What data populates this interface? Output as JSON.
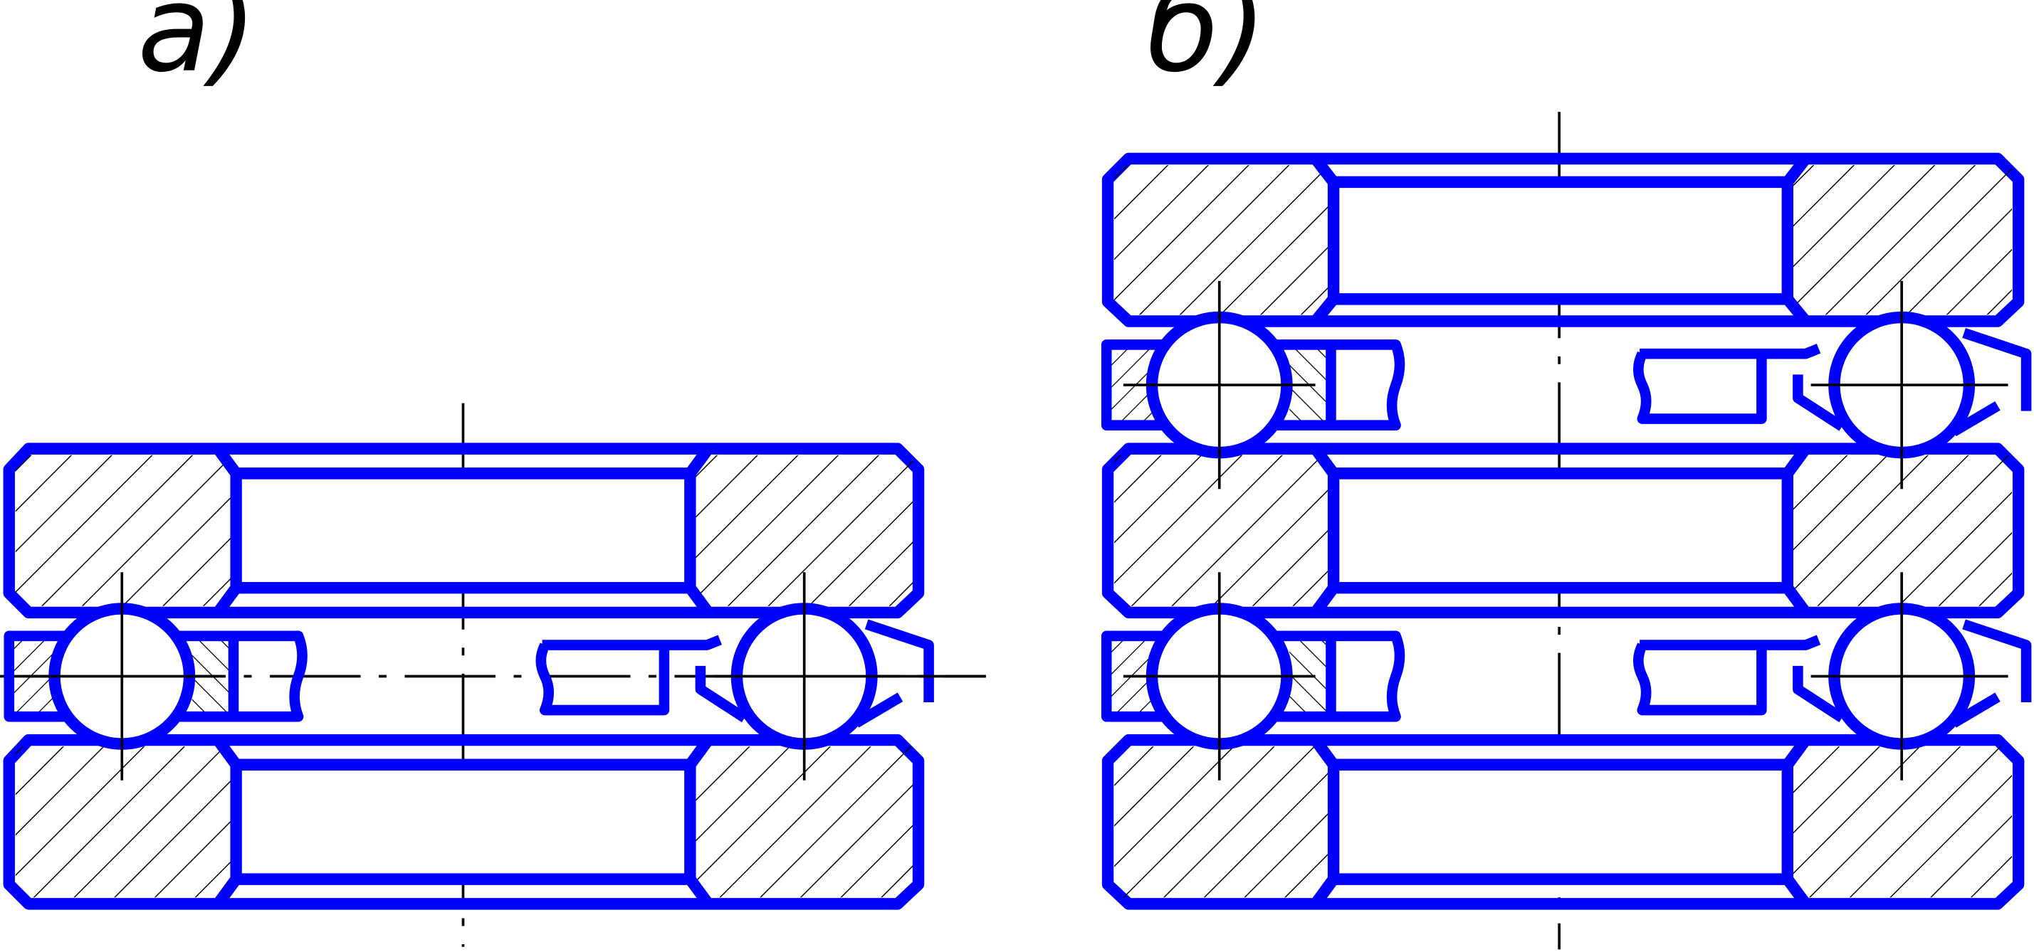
{
  "labels": {
    "a": "а)",
    "b": "б)"
  },
  "colors": {
    "outline": "#0000ff",
    "thin": "#000000",
    "background": "#ffffff"
  },
  "views": [
    {
      "id": "a",
      "type": "single-direction thrust ball bearing section",
      "washers": 2,
      "ball_rows": 1
    },
    {
      "id": "b",
      "type": "double-direction thrust ball bearing section",
      "washers": 3,
      "ball_rows": 2
    }
  ]
}
